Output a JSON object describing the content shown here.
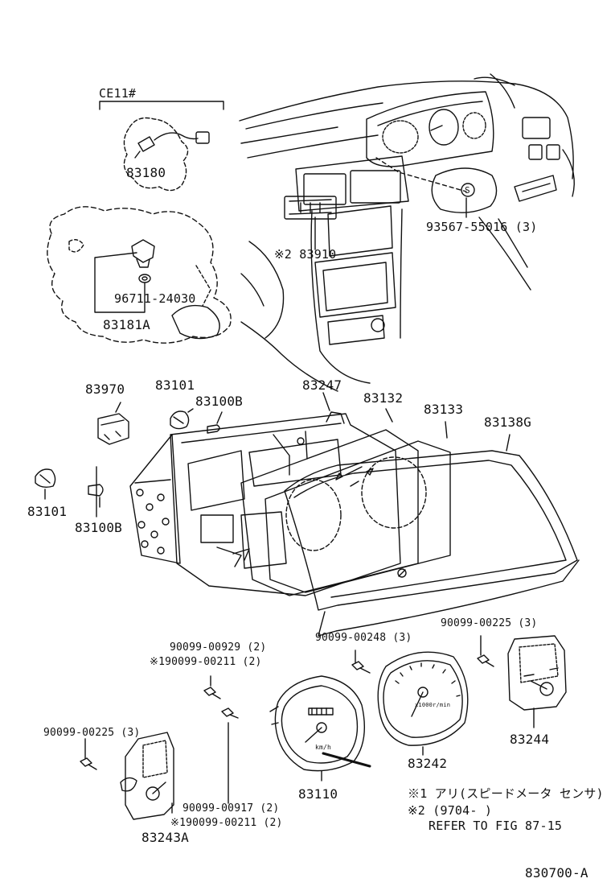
{
  "diagram": {
    "figure_code": "830700-A",
    "variant_label": "CE11#",
    "parts": {
      "p83180": "83180",
      "p83181A": "83181A",
      "p96711": "96711-24030",
      "p93567": "93567-55016 (3)",
      "p83910": "※2 83910",
      "p83970": "83970",
      "p83101_top": "83101",
      "p83100B_top": "83100B",
      "p83101_left": "83101",
      "p83100B_left": "83100B",
      "p83247": "83247",
      "p83132": "83132",
      "p83133": "83133",
      "p83138G": "83138G",
      "p90099_00929": "90099-00929 (2)",
      "p190099_00211_a": "※190099-00211 (2)",
      "p90099_00248": "90099-00248 (3)",
      "p90099_00225_right": "90099-00225 (3)",
      "p90099_00225_left": "90099-00225 (3)",
      "p83244": "83244",
      "p83242": "83242",
      "p83110": "83110",
      "p83243A": "83243A",
      "p90099_00917": "90099-00917 (2)",
      "p190099_00211_b": "※190099-00211 (2)"
    },
    "notes": {
      "note1": "※1 アリ(スピードメータ センサ)",
      "note2": "※2 (9704-      )",
      "note3": "REFER TO FIG 87-15"
    },
    "gauge_text": {
      "kmh": "km/h",
      "rpm": "x1000r/min"
    }
  }
}
